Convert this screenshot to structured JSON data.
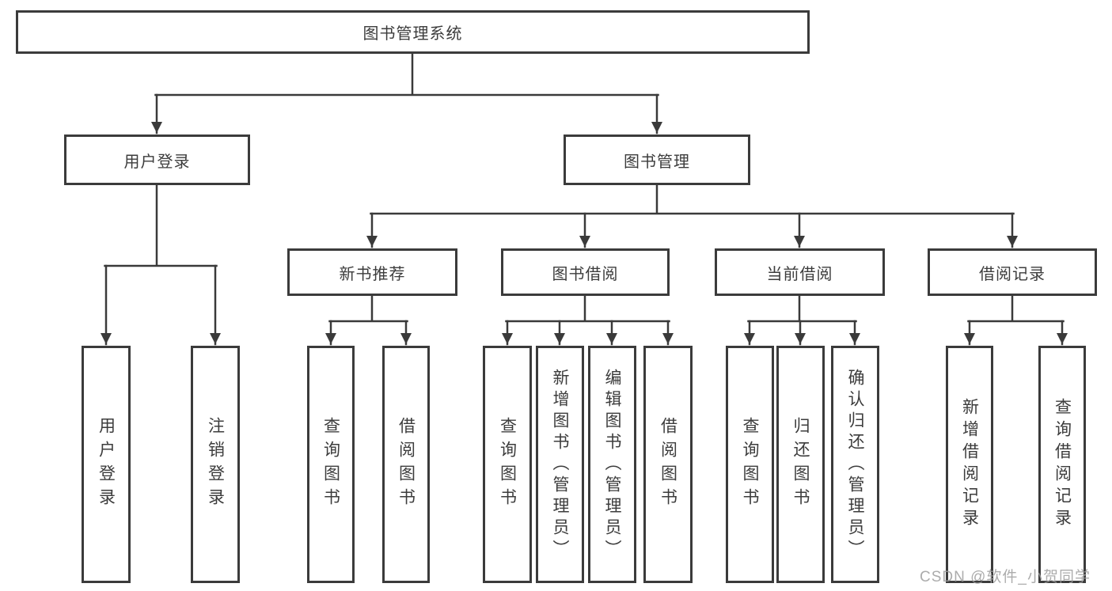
{
  "watermark": "CSDN @软件_小贺同学",
  "diagram": {
    "root": {
      "label": "图书管理系统",
      "children": [
        {
          "label": "用户登录",
          "children": [
            {
              "label": "用户登录"
            },
            {
              "label": "注销登录"
            }
          ]
        },
        {
          "label": "图书管理",
          "children": [
            {
              "label": "新书推荐",
              "children": [
                {
                  "label": "查询图书"
                },
                {
                  "label": "借阅图书"
                }
              ]
            },
            {
              "label": "图书借阅",
              "children": [
                {
                  "label": "查询图书"
                },
                {
                  "label": "新增图书（管理员）"
                },
                {
                  "label": "编辑图书（管理员）"
                },
                {
                  "label": "借阅图书"
                }
              ]
            },
            {
              "label": "当前借阅",
              "children": [
                {
                  "label": "查询图书"
                },
                {
                  "label": "归还图书"
                },
                {
                  "label": "确认归还（管理员）"
                }
              ]
            },
            {
              "label": "借阅记录",
              "children": [
                {
                  "label": "新增借阅记录"
                },
                {
                  "label": "查询借阅记录"
                }
              ]
            }
          ]
        }
      ]
    }
  }
}
